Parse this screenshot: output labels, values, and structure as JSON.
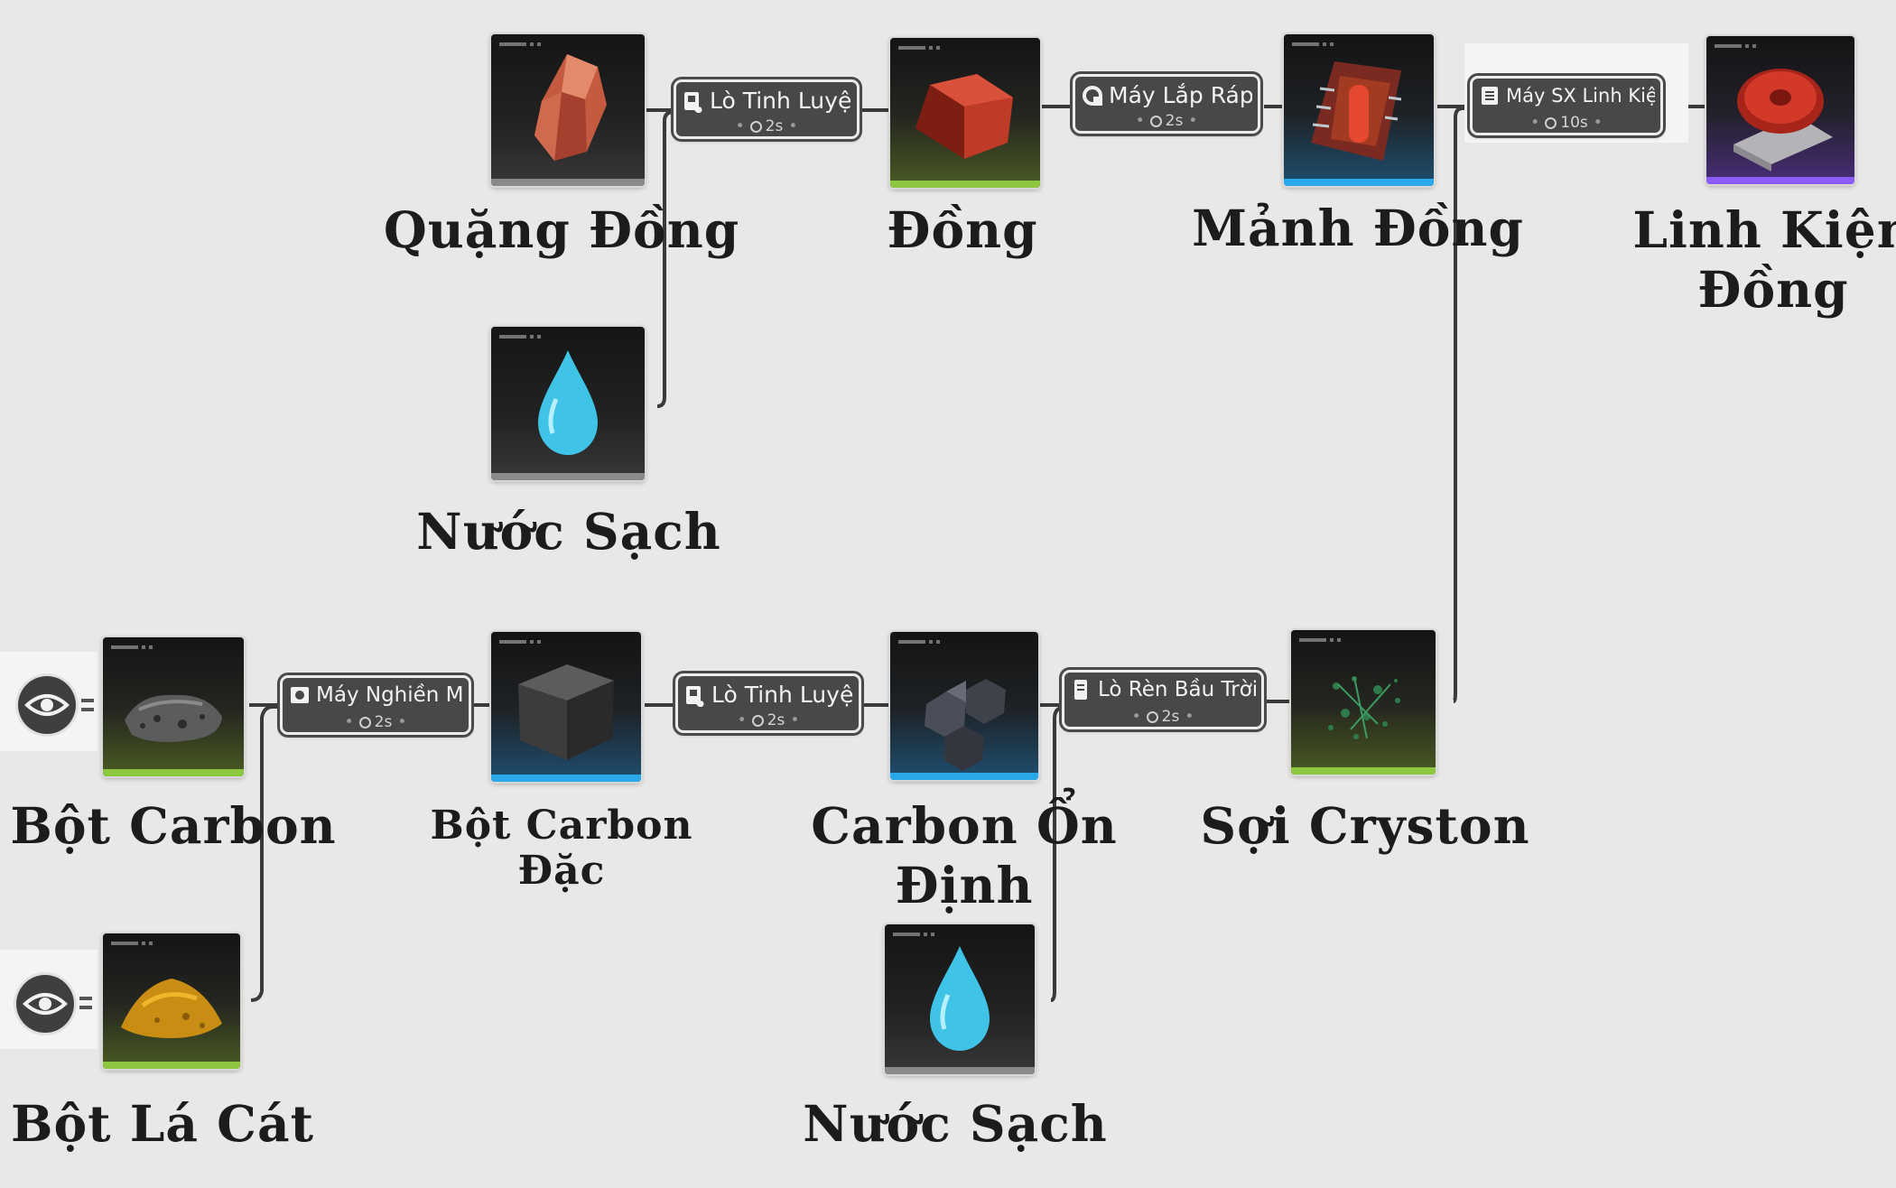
{
  "nodes": {
    "quang_dong": "Quặng Đồng",
    "dong": "Đồng",
    "manh_dong": "Mảnh Đồng",
    "linh_kien_dong_1": "Linh Kiện",
    "linh_kien_dong_2": "Đồng",
    "nuoc_sach_top": "Nước Sạch",
    "bot_carbon": "Bột Carbon",
    "bot_carbon_dac_1": "Bột Carbon",
    "bot_carbon_dac_2": "Đặc",
    "carbon_on_dinh_1": "Carbon Ổn",
    "carbon_on_dinh_2": "Định",
    "soi_cryston": "Sợi Cryston",
    "bot_la_cat": "Bột Lá Cát",
    "nuoc_sach_bottom": "Nước Sạch"
  },
  "machines": {
    "lo_tinh_luyen_top": {
      "name": "Lò Tinh Luyện",
      "time": "2s"
    },
    "may_lap_rap": {
      "name": "Máy Lắp Ráp",
      "time": "2s"
    },
    "may_sx_linh_kien": {
      "name": "Máy SX Linh Kiện",
      "time": "10s"
    },
    "may_nghien_min": {
      "name": "Máy Nghiền Mịn",
      "time": "2s"
    },
    "lo_tinh_luyen_bottom": {
      "name": "Lò Tinh Luyện",
      "time": "2s"
    },
    "lo_ren_bau_troi": {
      "name": "Lò Rèn Bầu Trời",
      "time": "2s"
    }
  },
  "rarity_colors": {
    "common": "#8a8a8a",
    "uncommon": "#8dc63f",
    "rare": "#29a8ea",
    "epic": "#8b5cf6"
  },
  "icons": [
    "eye-icon",
    "clock-icon",
    "furnace-icon",
    "assembler-icon",
    "fabricator-icon",
    "grinder-icon",
    "forge-icon"
  ]
}
